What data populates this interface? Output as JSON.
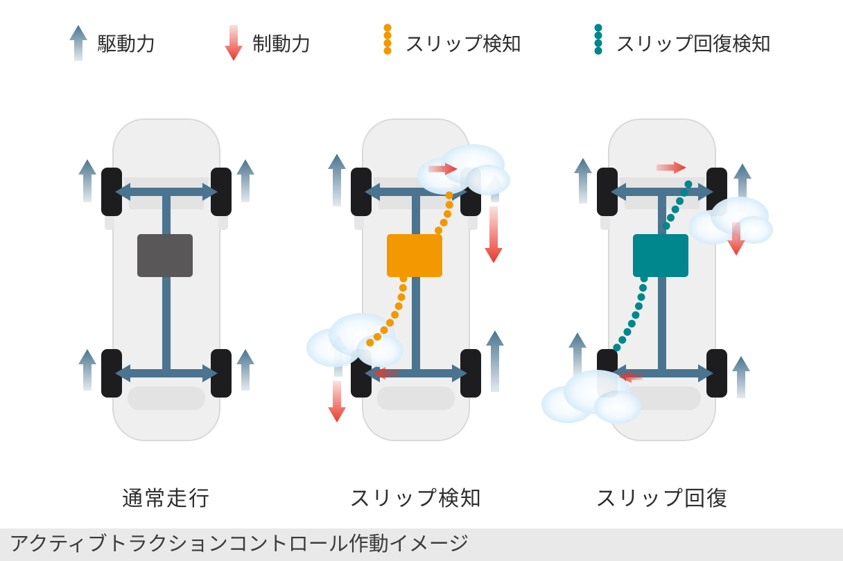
{
  "legend": {
    "items": [
      {
        "label": "駆動力",
        "icon": "up-arrow-icon",
        "color": "#4a748f"
      },
      {
        "label": "制動力",
        "icon": "down-arrow-icon",
        "color": "#e8392d"
      },
      {
        "label": "スリップ検知",
        "icon": "dotted-line-icon",
        "color": "#f39800"
      },
      {
        "label": "スリップ回復検知",
        "icon": "dotted-line-icon",
        "color": "#00868d"
      }
    ]
  },
  "panels": [
    {
      "label": "通常走行",
      "state": "normal",
      "ecu_color": "#595757"
    },
    {
      "label": "スリップ検知",
      "state": "slip-detected",
      "ecu_color": "#f39800"
    },
    {
      "label": "スリップ回復",
      "state": "slip-recovery",
      "ecu_color": "#00868d"
    }
  ],
  "caption": "アクティブトラクションコントロール作動イメージ",
  "colors": {
    "drive": "#4a748f",
    "brake": "#e8392d",
    "slip_detect": "#f39800",
    "slip_recover": "#00868d",
    "ecu_normal": "#595757",
    "car_body": "#efefef",
    "tire": "#1d1d1f",
    "cloud_edge": "#d6ecfa",
    "caption_bg": "#e9e9e9",
    "background": "#ffffff"
  }
}
